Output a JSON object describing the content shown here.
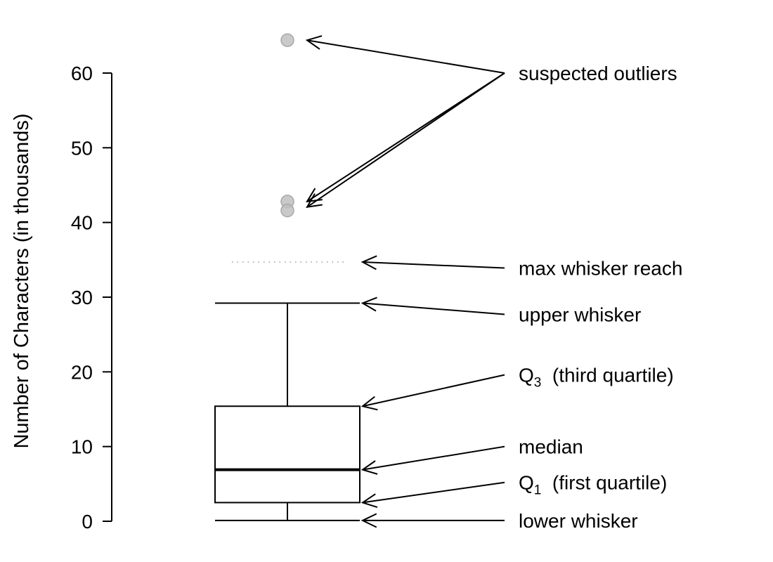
{
  "chart_data": {
    "type": "boxplot",
    "title": "",
    "xlabel": "",
    "ylabel": "Number of Characters (in thousands)",
    "ylim": [
      0,
      60
    ],
    "yticks": [
      0,
      10,
      20,
      30,
      40,
      50,
      60
    ],
    "ytick_labels": [
      "0",
      "10",
      "20",
      "30",
      "40",
      "50",
      "60"
    ],
    "grid": false,
    "box": {
      "lower_whisker": 0.1,
      "q1": 2.5,
      "median": 6.9,
      "q3": 15.4,
      "upper_whisker": 29.2,
      "max_whisker_reach": 34.7
    },
    "outliers": [
      64.4,
      42.8,
      41.6
    ],
    "colors": {
      "outlier_fill": "#bfbfbf",
      "outlier_stroke": "#a8a8a8",
      "reach_line": "#9a9a9a",
      "lines": "#000000"
    },
    "annotations": [
      {
        "id": "suspected-outliers",
        "label": "suspected outliers",
        "label_y_value": 60,
        "targets": [
          "outlier:0",
          "outlier:1",
          "outlier:2"
        ]
      },
      {
        "id": "max-whisker-reach",
        "label": "max whisker reach",
        "label_y_value": 33.9,
        "targets": [
          "max_whisker_reach"
        ]
      },
      {
        "id": "upper-whisker",
        "label": "upper whisker",
        "label_y_value": 27.7,
        "targets": [
          "upper_whisker"
        ]
      },
      {
        "id": "q3",
        "label": "Q",
        "sub": "3",
        "suffix": "  (third quartile)",
        "label_y_value": 19.6,
        "targets": [
          "q3"
        ]
      },
      {
        "id": "median",
        "label": "median",
        "label_y_value": 10.0,
        "targets": [
          "median"
        ]
      },
      {
        "id": "q1",
        "label": "Q",
        "sub": "1",
        "suffix": "  (first quartile)",
        "label_y_value": 5.2,
        "targets": [
          "q1"
        ]
      },
      {
        "id": "lower-whisker",
        "label": "lower whisker",
        "label_y_value": 0.1,
        "targets": [
          "lower_whisker"
        ]
      }
    ]
  }
}
